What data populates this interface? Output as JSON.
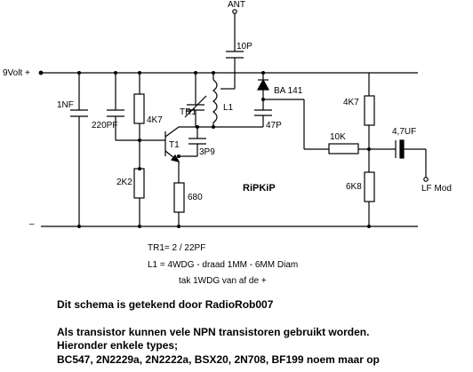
{
  "labels": {
    "ant": "ANT",
    "supply": "9Volt +",
    "ground": "–",
    "c_10p": "10P",
    "c_1nf": "1NF",
    "c_220pf": "220PF",
    "r_4k7_left": "4K7",
    "tr1": "TR1",
    "l1": "L1",
    "diode": "BA 141",
    "c_47p": "47P",
    "r_4k7_right": "4K7",
    "t1": "T1",
    "c_3p9": "3P9",
    "r_10k": "10K",
    "c_4u7": "4,7UF",
    "lf_mod": "LF Mod",
    "r_2k2": "2K2",
    "r_680": "680",
    "r_6k8": "6K8",
    "title": "RiPKiP"
  },
  "notes": {
    "tr1_value": "TR1= 2 / 22PF",
    "l1_value": "L1 = 4WDG - draad 1MM - 6MM Diam",
    "tap": "tak 1WDG van af de +"
  },
  "text": {
    "author": "Dit schema is getekend door RadioRob007",
    "line1": "Als transistor kunnen vele NPN transistoren gebruikt worden.",
    "line2": "Hieronder enkele types;",
    "line3": "BC547, 2N2229a, 2N2222a, BSX20, 2N708, BF199 noem maar op"
  }
}
